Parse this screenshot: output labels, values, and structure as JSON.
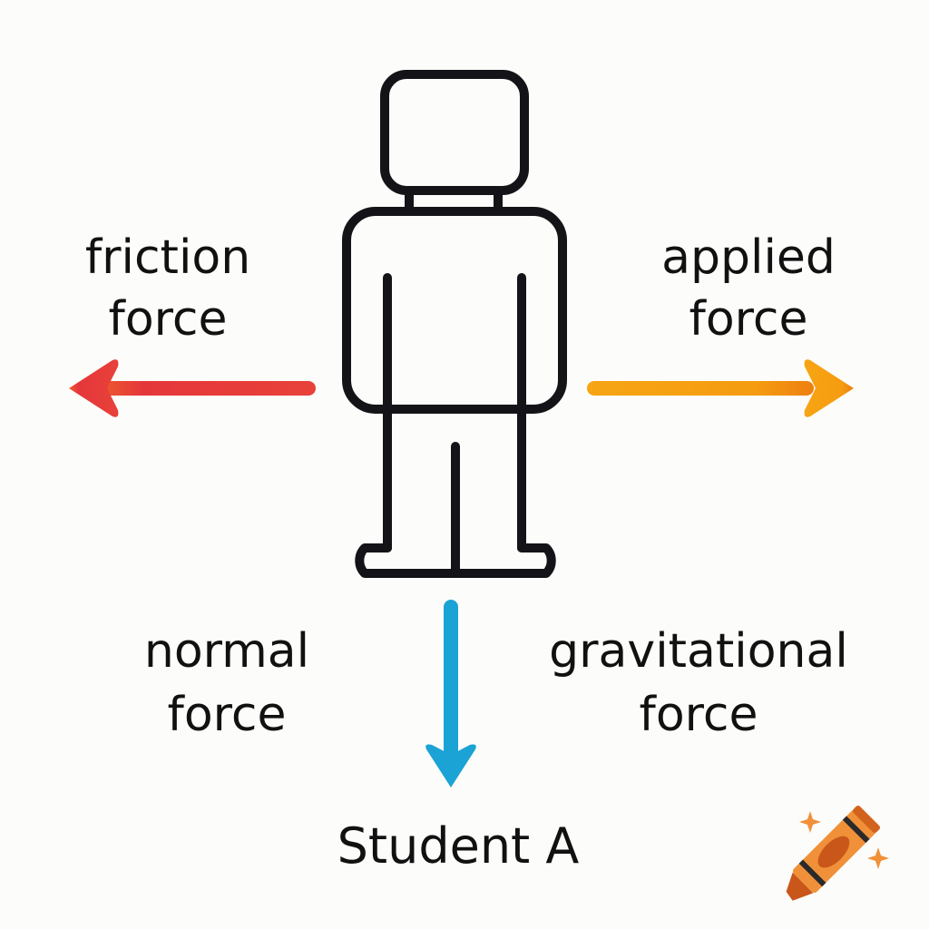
{
  "diagram": {
    "type": "free-body force diagram",
    "subject": "stick figure person",
    "caption": "Student A",
    "forces": [
      {
        "id": "friction",
        "label_line1": "friction",
        "label_line2": "force",
        "direction": "left",
        "color": "#e8413a"
      },
      {
        "id": "applied",
        "label_line1": "applied",
        "label_line2": "force",
        "direction": "right",
        "color": "#f5a012"
      },
      {
        "id": "normal",
        "label_line1": "normal",
        "label_line2": "force",
        "direction": "none",
        "color": "#111111"
      },
      {
        "id": "gravitational",
        "label_line1": "gravitational",
        "label_line2": "force",
        "direction": "down",
        "color": "#1aa3d4"
      }
    ],
    "figure_color": "#141418",
    "logo": {
      "icon": "crayon-icon",
      "color": "#f0913a"
    }
  }
}
